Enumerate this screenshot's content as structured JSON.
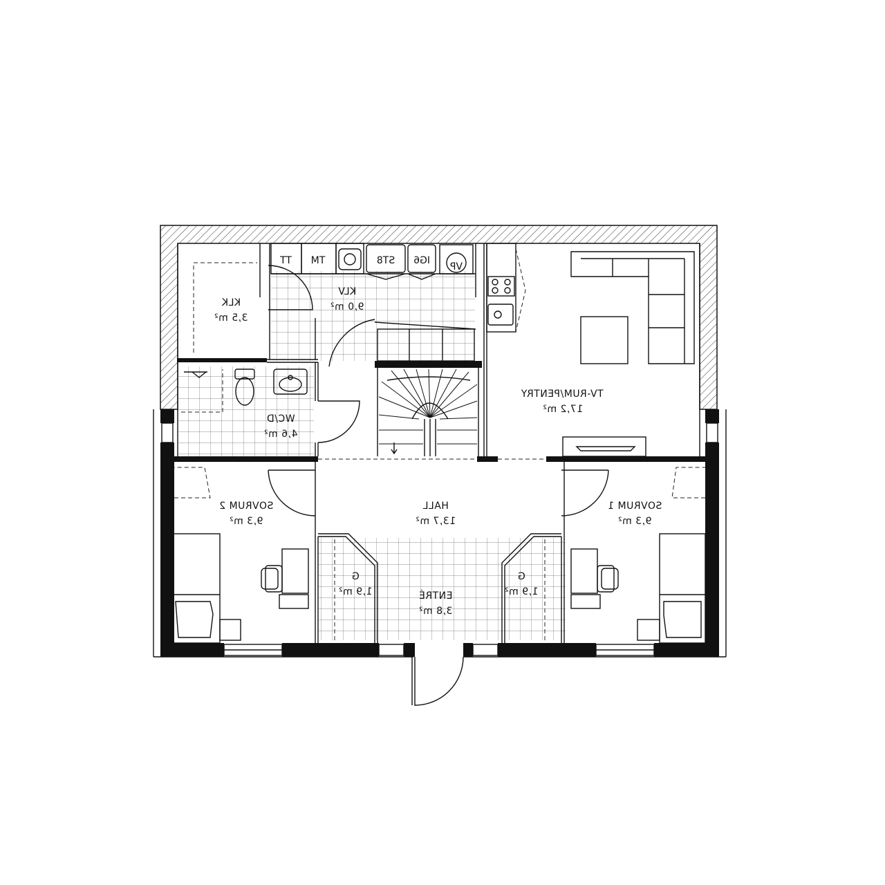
{
  "rooms": {
    "klk": {
      "name": "KLK",
      "area": "3,5 m²"
    },
    "klv": {
      "name": "KLV",
      "area": "9,0 m²"
    },
    "wcd": {
      "name": "WC/D",
      "area": "4,6 m²"
    },
    "tv": {
      "name": "TV-RUM/PENTRY",
      "area": "17,2 m²"
    },
    "sov2": {
      "name": "SOVRUM 2",
      "area": "9,3 m²"
    },
    "hall": {
      "name": "HALL",
      "area": "13,7 m²"
    },
    "sov1": {
      "name": "SOVRUM 1",
      "area": "9,3 m²"
    },
    "g_left": {
      "name": "G",
      "area": "1,9 m²"
    },
    "entre": {
      "name": "ENTRÉ",
      "area": "3,8 m²"
    },
    "g_right": {
      "name": "G",
      "area": "1,9 m²"
    }
  },
  "appliances": {
    "tt": "TT",
    "tm": "TM",
    "st8": "ST8",
    "ig6": "IG6",
    "vp": "VP"
  }
}
